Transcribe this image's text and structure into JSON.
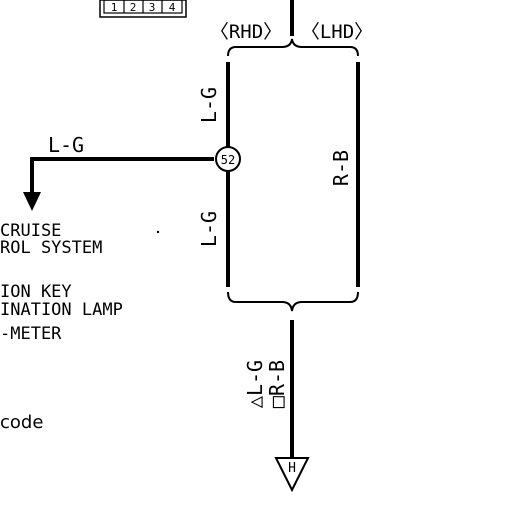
{
  "connector": {
    "pins": [
      "1",
      "2",
      "3",
      "4"
    ]
  },
  "harness": {
    "rhd_label": "〈RHD〉",
    "lhd_label": "〈LHD〉"
  },
  "wires": {
    "rhd_upper_color": "L-G",
    "rhd_lower_color": "L-G",
    "lhd_color": "R-B",
    "branch_color": "L-G",
    "output_rhd_color": "△L-G",
    "output_lhd_color": "□R-B"
  },
  "splice": {
    "id": "52"
  },
  "destination": {
    "lines": [
      "CRUISE",
      "ROL SYSTEM",
      "",
      "ION KEY",
      "INATION LAMP",
      "-METER"
    ]
  },
  "legend": {
    "code_text": "code"
  },
  "terminal": {
    "label": "H"
  },
  "colors": {
    "line": "#000000",
    "background": "#ffffff"
  }
}
